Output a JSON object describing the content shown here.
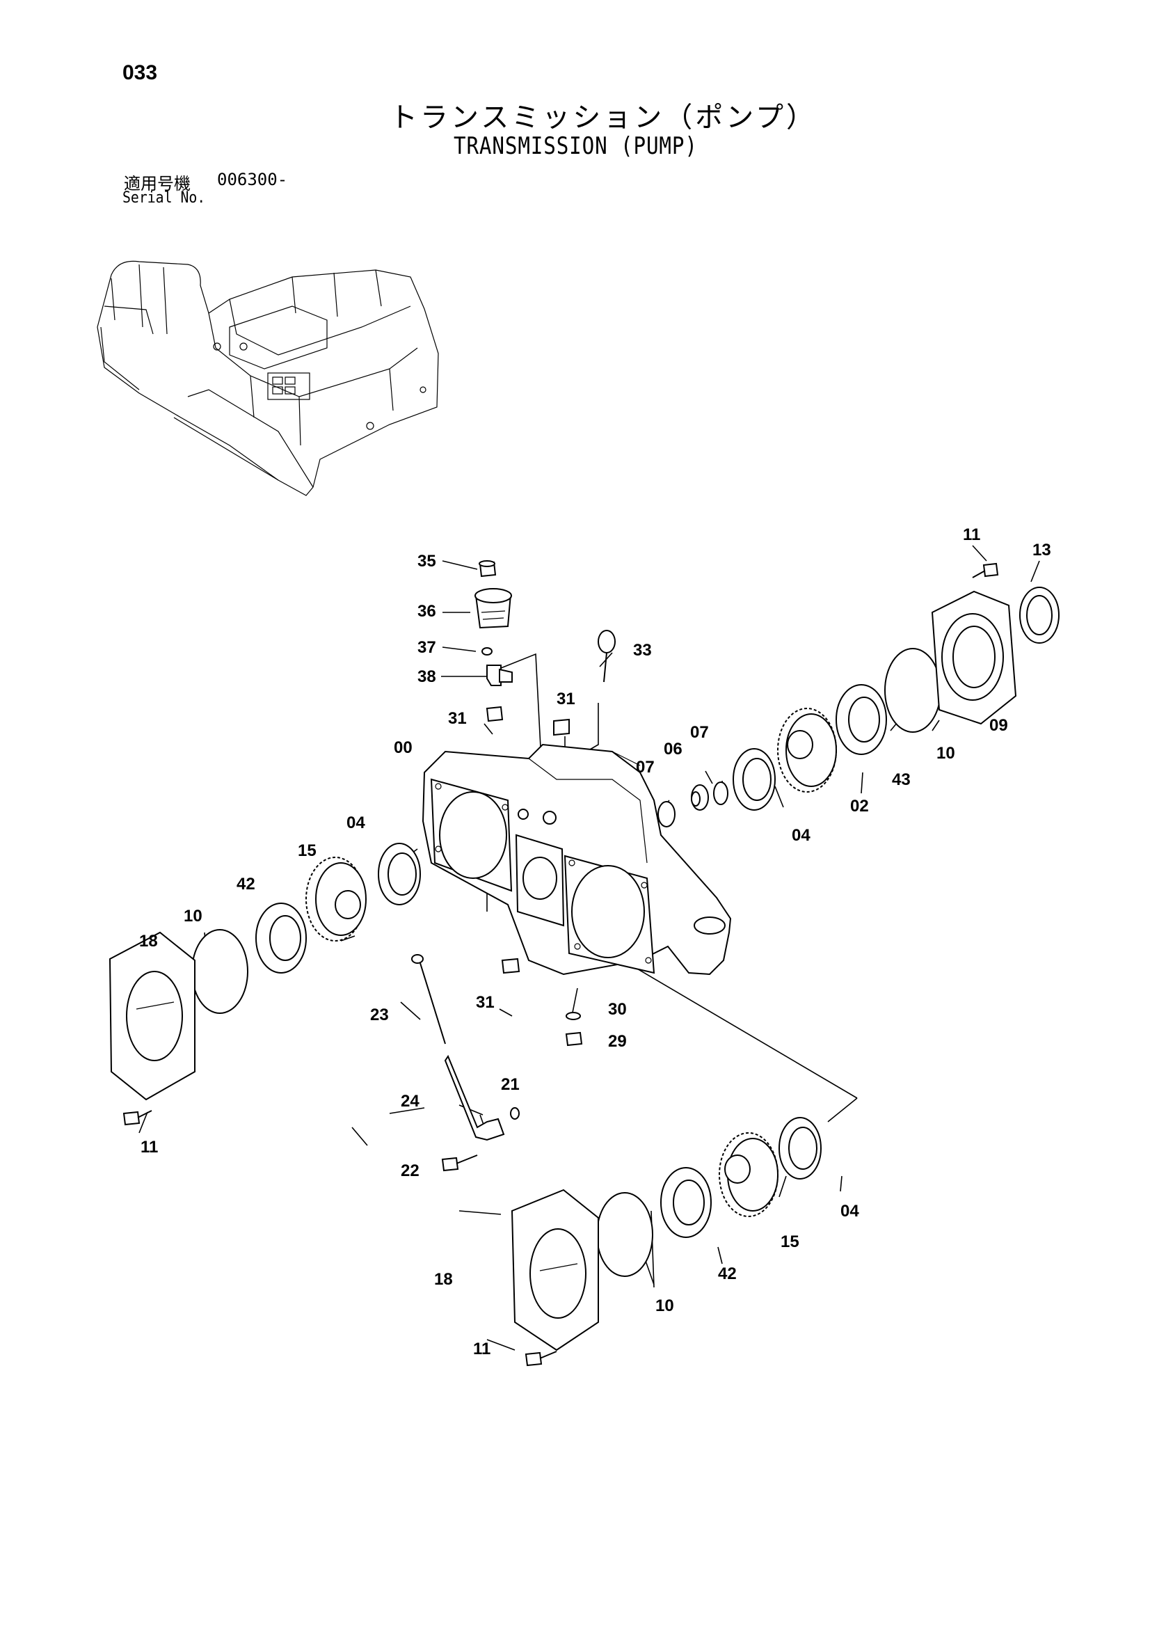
{
  "page_number": "033",
  "title_jp": "トランスミッション（ポンプ）",
  "title_en": "TRANSMISSION (PUMP)",
  "serial": {
    "label_jp": "適用号機",
    "value": "006300-",
    "label_en": "Serial No."
  },
  "callouts": {
    "c00": "00",
    "c02": "02",
    "c04a": "04",
    "c04b": "04",
    "c04c": "04",
    "c06": "06",
    "c07a": "07",
    "c07b": "07",
    "c09": "09",
    "c10a": "10",
    "c10b": "10",
    "c10c": "10",
    "c11a": "11",
    "c11b": "11",
    "c11c": "11",
    "c13": "13",
    "c15a": "15",
    "c15b": "15",
    "c18a": "18",
    "c18b": "18",
    "c21": "21",
    "c22": "22",
    "c23": "23",
    "c24": "24",
    "c29": "29",
    "c30": "30",
    "c31a": "31",
    "c31b": "31",
    "c31c": "31",
    "c33": "33",
    "c35": "35",
    "c36": "36",
    "c37": "37",
    "c38": "38",
    "c42a": "42",
    "c42b": "42",
    "c43": "43"
  }
}
